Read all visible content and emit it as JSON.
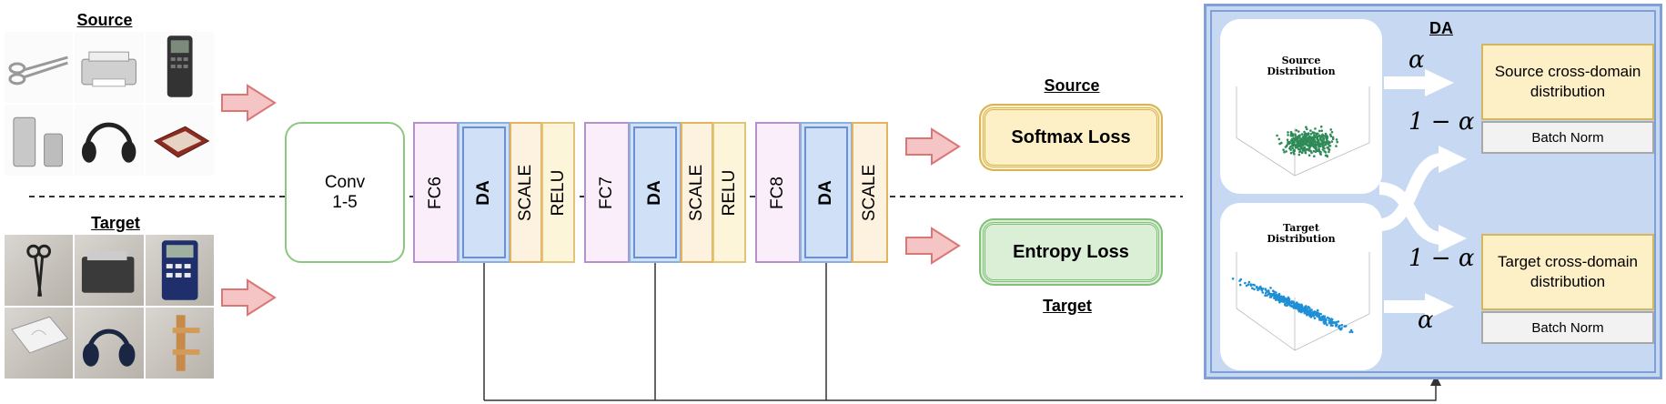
{
  "source_header": "Source",
  "target_header": "Target",
  "conv_label_line1": "Conv",
  "conv_label_line2": "1-5",
  "blocks": [
    {
      "fc": "FC6",
      "da": "DA",
      "scale": "SCALE",
      "relu": "RELU"
    },
    {
      "fc": "FC7",
      "da": "DA",
      "scale": "SCALE",
      "relu": "RELU"
    },
    {
      "fc": "FC8",
      "da": "DA",
      "scale": "SCALE"
    }
  ],
  "loss_source_header": "Source",
  "loss_source": "Softmax Loss",
  "loss_target": "Entropy Loss",
  "loss_target_header": "Target",
  "da_panel": {
    "title": "DA",
    "source_plot_title": "Source\nDistribution",
    "target_plot_title": "Target\nDistribution",
    "alpha": "α",
    "one_minus_alpha": "1 − α",
    "source_box": "Source cross-domain distribution",
    "target_box": "Target cross-domain distribution",
    "batch_norm": "Batch Norm"
  },
  "colors": {
    "arrow_fill": "#f5c4c4",
    "arrow_stroke": "#d97777",
    "conv_border": "#8cc782",
    "panel_bg": "#c6d8f2"
  }
}
